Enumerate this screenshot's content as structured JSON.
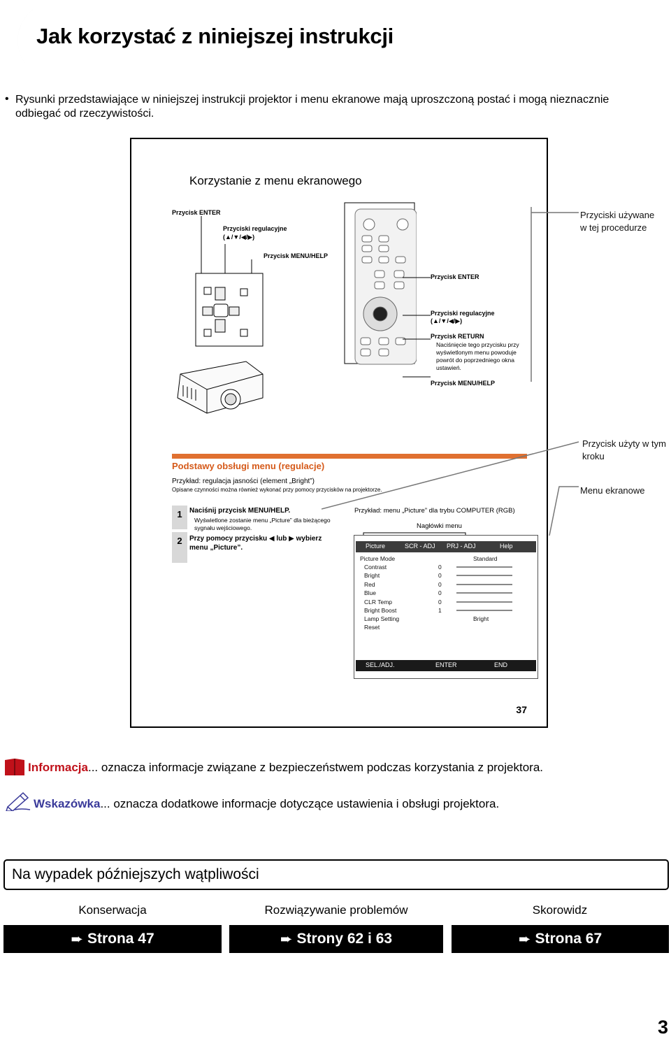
{
  "page": {
    "title": "Jak korzystać z niniejszej instrukcji",
    "intro_bullet": "Rysunki przedstawiające w niniejszej instrukcji projektor i menu ekranowe mają uproszczoną postać i mogą nieznacznie odbiegać od rzeczywistości.",
    "page_number": "3"
  },
  "sample_page": {
    "heading": "Korzystanie z menu ekranowego",
    "labels": {
      "enter_button": "Przycisk ENTER",
      "adjust_buttons": "Przyciski regulacyjne",
      "adjust_arrows": "(▲/▼/◀/▶)",
      "menu_help_button": "Przycisk MENU/HELP",
      "remote_enter": "Przycisk ENTER",
      "remote_adjust": "Przyciski regulacyjne",
      "remote_adjust_arrows": "(▲/▼/◀/▶)",
      "remote_return": "Przycisk RETURN",
      "remote_return_note": "Naciśnięcie tego przycisku przy wyświetlonym menu powoduje powrót do poprzedniego okna ustawień.",
      "remote_menu_help": "Przycisk MENU/HELP"
    },
    "section_title": "Podstawy obsługi menu (regulacje)",
    "example_line": "Przykład: regulacja jasności (element „Bright”)",
    "example_note": "Opisane czynności można również wykonać przy pomocy przycisków na projektorze.",
    "steps": [
      {
        "num": "1",
        "text": "Naciśnij przycisk MENU/HELP.",
        "note": "Wyświetlone zostanie menu „Picture” dla bieżącego sygnału wejściowego."
      },
      {
        "num": "2",
        "text": "Przy pomocy przycisku ◀ lub ▶ wybierz menu „Picture”.",
        "note": ""
      }
    ],
    "menu_caption": "Przykład: menu „Picture” dla trybu COMPUTER (RGB)",
    "menu_headers_label": "Nagłówki menu",
    "menu": {
      "tabs": [
        "Picture",
        "SCR - ADJ",
        "PRJ - ADJ",
        "Help"
      ],
      "mode_label": "Picture Mode",
      "mode_value": "Standard",
      "rows": [
        {
          "label": "Contrast",
          "value": "0"
        },
        {
          "label": "Bright",
          "value": "0"
        },
        {
          "label": "Red",
          "value": "0"
        },
        {
          "label": "Blue",
          "value": "0"
        },
        {
          "label": "CLR Temp",
          "value": "0"
        },
        {
          "label": "Bright Boost",
          "value": "1"
        }
      ],
      "lamp_label": "Lamp Setting",
      "lamp_value": "Bright",
      "reset_label": "Reset",
      "footer": [
        "SEL./ADJ.",
        "ENTER",
        "END"
      ]
    },
    "page_number": "37"
  },
  "callouts": {
    "buttons_used": "Przyciski używane w tej procedurze",
    "button_used_step": "Przycisk użyty w tym kroku",
    "onscreen_menu": "Menu ekranowe"
  },
  "info": {
    "label": "Informacja",
    "text": "... oznacza informacje związane z bezpieczeństwem podczas korzystania z projektora."
  },
  "hint": {
    "label": "Wskazówka",
    "text": "... oznacza dodatkowe informacje dotyczące ustawienia i obsługi projektora."
  },
  "doubts": {
    "title": "Na wypadek późniejszych wątpliwości",
    "columns": [
      {
        "label": "Konserwacja",
        "link": "Strona 47"
      },
      {
        "label": "Rozwiązywanie problemów",
        "link": "Strony 62 i 63"
      },
      {
        "label": "Skorowidz",
        "link": "Strona 67"
      }
    ]
  }
}
